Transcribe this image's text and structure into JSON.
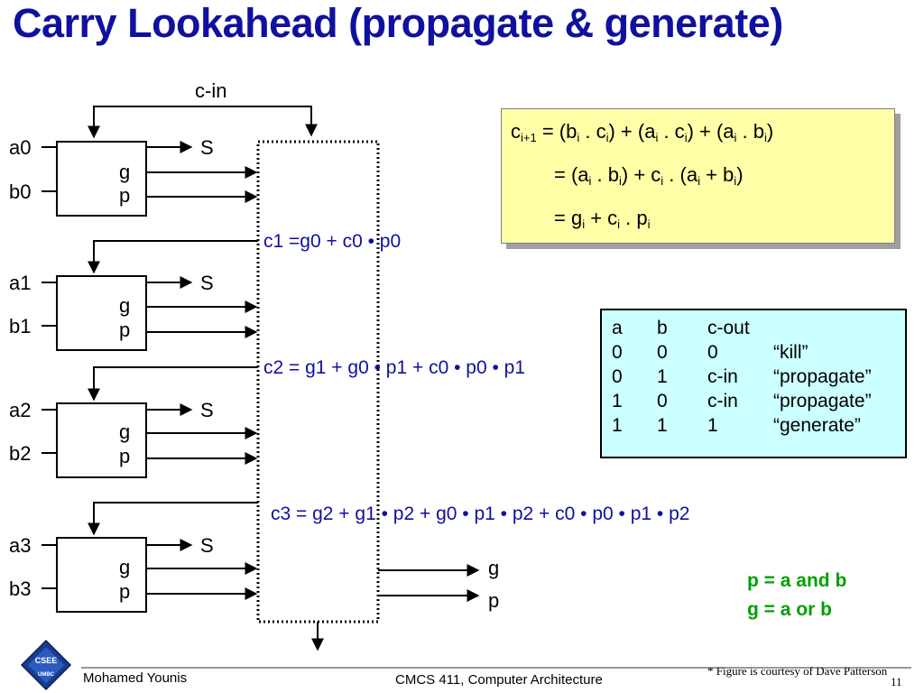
{
  "slide": {
    "title": "Carry Lookahead (propagate & generate)",
    "cin_label": "c-in",
    "stages": [
      {
        "a": "a0",
        "b": "b0",
        "s": "S",
        "g": "g",
        "p": "p"
      },
      {
        "a": "a1",
        "b": "b1",
        "s": "S",
        "g": "g",
        "p": "p"
      },
      {
        "a": "a2",
        "b": "b2",
        "s": "S",
        "g": "g",
        "p": "p"
      },
      {
        "a": "a3",
        "b": "b3",
        "s": "S",
        "g": "g",
        "p": "p"
      }
    ],
    "carry_equations": [
      "c1 =g0 + c0 • p0",
      "c2 = g1 + g0 • p1 + c0 • p0 • p1",
      "c3 = g2 + g1 • p2 + g0 • p1 • p2 + c0 • p0 • p1 • p2"
    ],
    "output_g": "g",
    "output_p": "p",
    "formula_box": {
      "line1": {
        "c": "c",
        "i1": "i+1",
        "eq": " = (b",
        "i": "i",
        "dot_c": " . c",
        "close_plus_a": ") + (a",
        "close_plus_a2": ") + (a",
        "dot_b": " . b",
        "close": ")"
      },
      "line2": {
        "eq": "= (a",
        "i": "i",
        "dot_b": " . b",
        "close_plus_c": ") + c",
        "dot_a": " . (a",
        "plus_b": " + b",
        "close": ")"
      },
      "line3": {
        "eq": "= g",
        "i": "i",
        "plus_c": " + c",
        "dot_p": " . p"
      }
    },
    "truth_table": {
      "headers": [
        "a",
        "b",
        "c-out",
        ""
      ],
      "rows": [
        [
          "0",
          "0",
          "0",
          "“kill”"
        ],
        [
          "0",
          "1",
          "c-in",
          "“propagate”"
        ],
        [
          "1",
          "0",
          "c-in",
          "“propagate”"
        ],
        [
          "1",
          "1",
          "1",
          "“generate”"
        ]
      ]
    },
    "definitions": [
      "p = a and b",
      "g = a or b"
    ],
    "footer": {
      "author": "Mohamed Younis",
      "course": "CMCS 411, Computer Architecture",
      "credit": "* Figure is courtesy of Dave Patterson",
      "page": "11",
      "logo_text": "CSEE",
      "logo_sub": "UMBC"
    },
    "colors": {
      "title": "#1010a0",
      "equations": "#1010a0",
      "definitions": "#00a000",
      "formula_bg": "#ffffa8",
      "table_bg": "#ccffff"
    }
  }
}
